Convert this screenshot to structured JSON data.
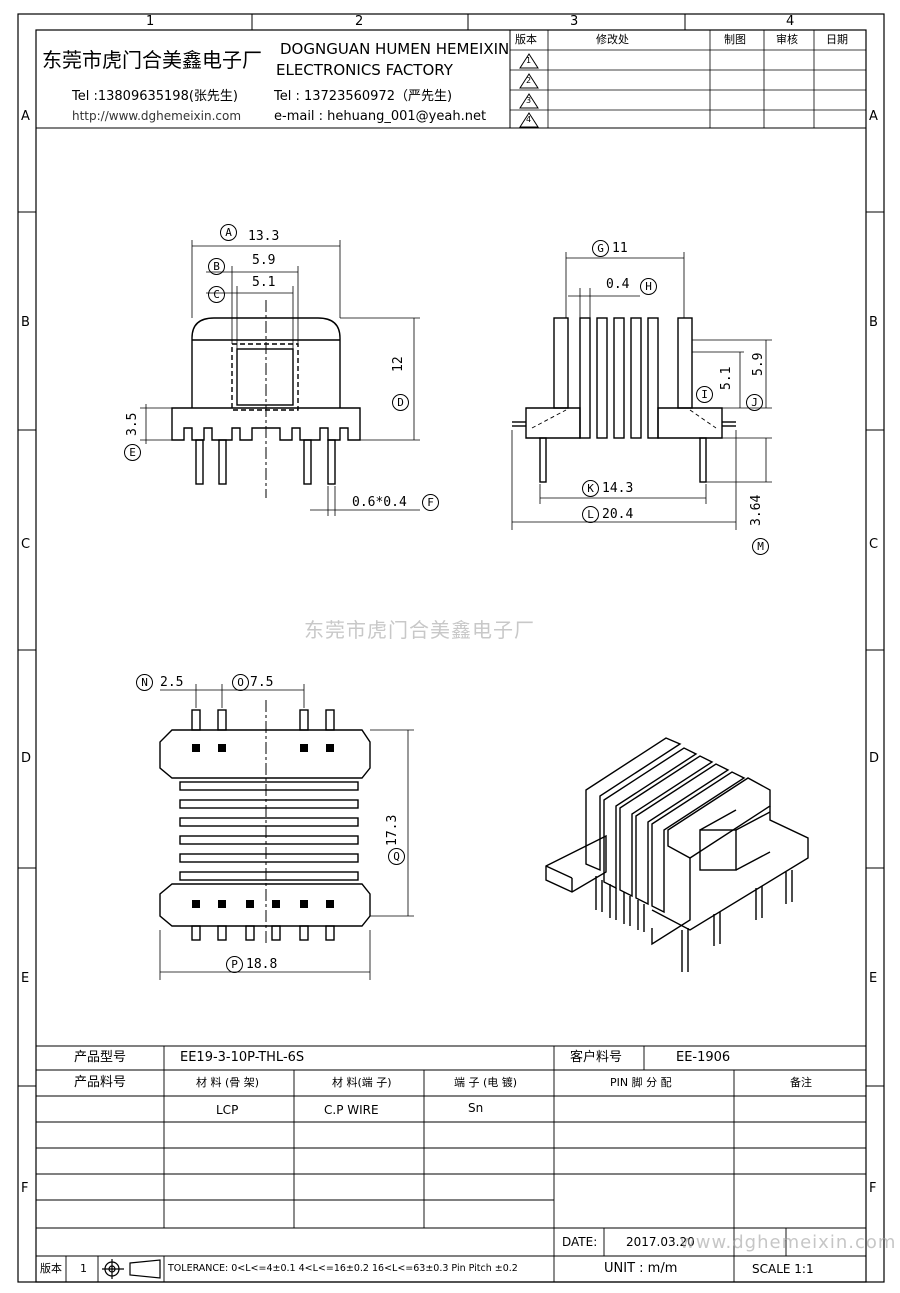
{
  "frame": {
    "col_labels": [
      "1",
      "2",
      "3",
      "4"
    ],
    "row_labels": [
      "A",
      "B",
      "C",
      "D",
      "E",
      "F"
    ]
  },
  "header": {
    "company_cn": "东莞市虎门合美鑫电子厂",
    "company_en_1": "DOGNGUAN HUMEN HEMEIXIN",
    "company_en_2": "ELECTRONICS FACTORY",
    "tel_1": "Tel :13809635198(张先生)",
    "tel_2": "Tel : 13723560972（严先生)",
    "web": "http://www.dghemeixin.com",
    "email": "e-mail : hehuang_001@yeah.net"
  },
  "revision_table": {
    "headers": [
      "版本",
      "修改处",
      "制图",
      "审核",
      "日期"
    ],
    "revisions": [
      "1",
      "2",
      "3",
      "4"
    ]
  },
  "drawing": {
    "watermark": "东莞市虎门合美鑫电子厂",
    "front_view": {
      "dim_a": "13.3",
      "dim_b": "5.9",
      "dim_c": "5.1",
      "dim_d": "12",
      "dim_e": "3.5",
      "dim_f": "0.6*0.4",
      "letters": [
        "A",
        "B",
        "C",
        "D",
        "E",
        "F"
      ]
    },
    "side_view": {
      "dim_g": "11",
      "dim_h": "0.4",
      "dim_i": "5.1",
      "dim_j": "5.9",
      "dim_k": "14.3",
      "dim_l": "20.4",
      "dim_m": "3.64",
      "letters": [
        "G",
        "H",
        "I",
        "J",
        "K",
        "L",
        "M"
      ]
    },
    "bottom_view": {
      "dim_n": "2.5",
      "dim_o": "7.5",
      "dim_q": "17.3",
      "dim_p": "18.8",
      "letters": [
        "N",
        "O",
        "Q",
        "P"
      ]
    }
  },
  "title_block": {
    "model_label": "产品型号",
    "model_value": "EE19-3-10P-THL-6S",
    "customer_label": "客户料号",
    "customer_value": "EE-1906",
    "part_label": "产品料号",
    "material_bobbin_label": "材 料 (骨 架)",
    "material_pin_label": "材 料(端 子)",
    "plating_label": "端 子 (电 镀)",
    "pin_label": "PIN 脚 分 配",
    "remark_label": "备注",
    "material_bobbin": "LCP",
    "material_pin": "C.P WIRE",
    "plating": "Sn",
    "date_label": "DATE:",
    "date_value": "2017.03.20",
    "version_label": "版本",
    "version_value": "1",
    "tolerance": "TOLERANCE:  0<L<=4±0.1  4<L<=16±0.2  16<L<=63±0.3  Pin Pitch  ±0.2",
    "unit": "UNIT : m/m",
    "scale": "SCALE    1:1",
    "watermark_url": "www.dghemeixin.com"
  }
}
